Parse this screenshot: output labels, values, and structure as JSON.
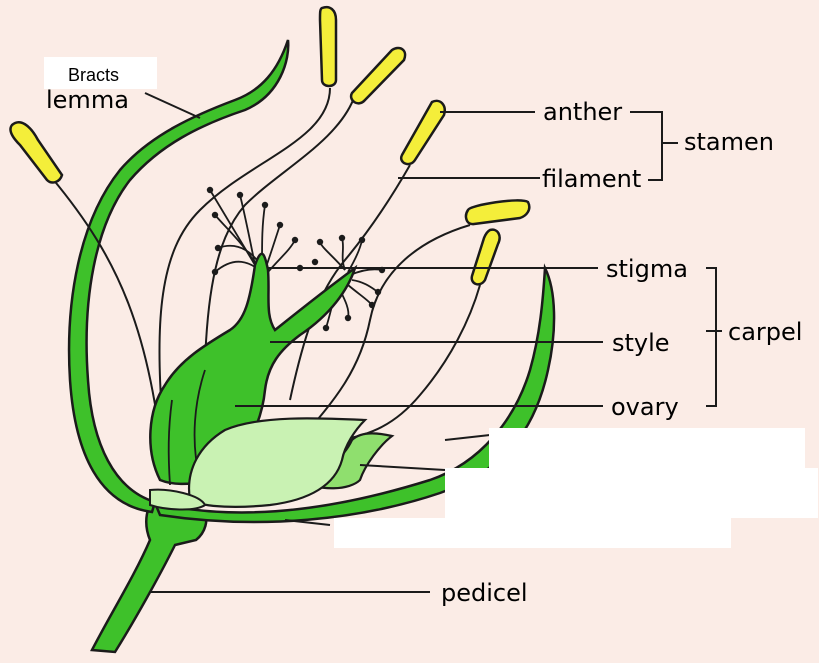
{
  "labels": {
    "bracts": "Bracts",
    "anther": "anther",
    "stamen": "stamen",
    "filament": "filament",
    "stigma": "stigma",
    "carpel": "carpel",
    "style": "style",
    "ovary": "ovary",
    "pedicel": "pedicel",
    "lemma_partial": "lemma"
  },
  "colors": {
    "background": "#fbece6",
    "stem_green": "#3ec12a",
    "outline": "#1b1b1b",
    "anther_yellow": "#f4ee3a",
    "light_green": "#c9f2b3",
    "mid_green": "#8fdf6e",
    "white": "#ffffff"
  }
}
